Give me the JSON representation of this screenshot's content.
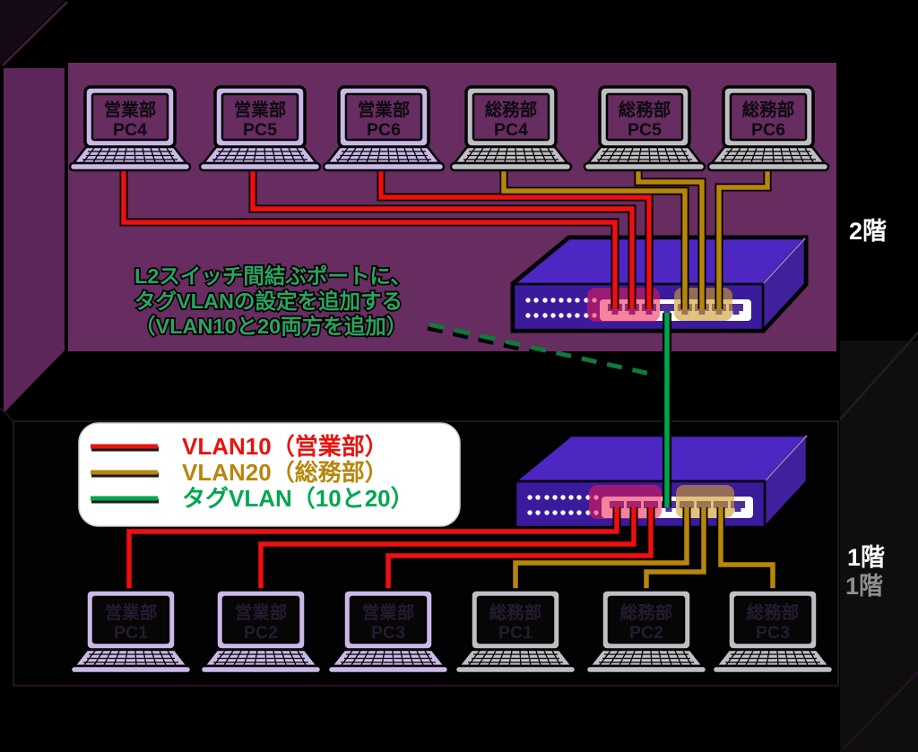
{
  "floors": [
    {
      "label": "2階",
      "pcs": [
        {
          "dept": "営業部",
          "name": "PC4"
        },
        {
          "dept": "営業部",
          "name": "PC5"
        },
        {
          "dept": "営業部",
          "name": "PC6"
        },
        {
          "dept": "総務部",
          "name": "PC4"
        },
        {
          "dept": "総務部",
          "name": "PC5"
        },
        {
          "dept": "総務部",
          "name": "PC6"
        }
      ]
    },
    {
      "label": "1階",
      "label_ghost": "1階",
      "pcs": [
        {
          "dept": "営業部",
          "name": "PC1"
        },
        {
          "dept": "営業部",
          "name": "PC2"
        },
        {
          "dept": "営業部",
          "name": "PC3"
        },
        {
          "dept": "総務部",
          "name": "PC1"
        },
        {
          "dept": "総務部",
          "name": "PC2"
        },
        {
          "dept": "総務部",
          "name": "PC3"
        }
      ]
    }
  ],
  "annotation": {
    "lines": [
      "L2スイッチ間結ぶポートに、",
      "タグVLANの設定を追加する",
      "（VLAN10と20両方を追加）"
    ],
    "color": "#2aa45f"
  },
  "legend": {
    "items": [
      {
        "label": "VLAN10（営業部）",
        "color": "#e8130e"
      },
      {
        "label": "VLAN20（総務部）",
        "color": "#b8860b"
      },
      {
        "label": "タグVLAN（10と20）",
        "color": "#00a651"
      }
    ]
  },
  "colors": {
    "wall_2f": "#672c60",
    "vlan10_cable": "#ee0f0f",
    "vlan20_cable": "#b8860b",
    "tag_vlan_cable": "#00a64c",
    "tag_vlan_dashed": "#0e7a3e",
    "switch_top": "#4e26c2",
    "switch_front": "#3b1a9b",
    "switch_side": "#41209e",
    "port_highlight_red": "rgba(236,28,78,0.55)",
    "port_highlight_gold": "rgba(205,160,45,0.62)",
    "laptop_sales": "#cab8e8",
    "laptop_admin": "#bfbec3"
  }
}
